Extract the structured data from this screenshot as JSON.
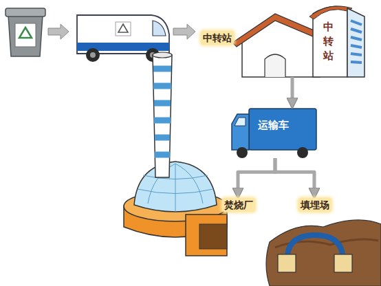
{
  "diagram": {
    "nodes": [
      {
        "text": [
          "中转站",
          "中 转 站"
        ]
      },
      {
        "text": [
          "运输车"
        ]
      },
      {
        "text": [
          "焚烧厂"
        ]
      },
      {
        "text": [
          "填埋场"
        ]
      }
    ],
    "edges": [
      {
        "from": 0,
        "to": 1,
        "arrow": "to"
      },
      {
        "from": 1,
        "to": 2,
        "arrow": "to"
      },
      {
        "from": 1,
        "to": 3,
        "arrow": "to"
      }
    ]
  }
}
